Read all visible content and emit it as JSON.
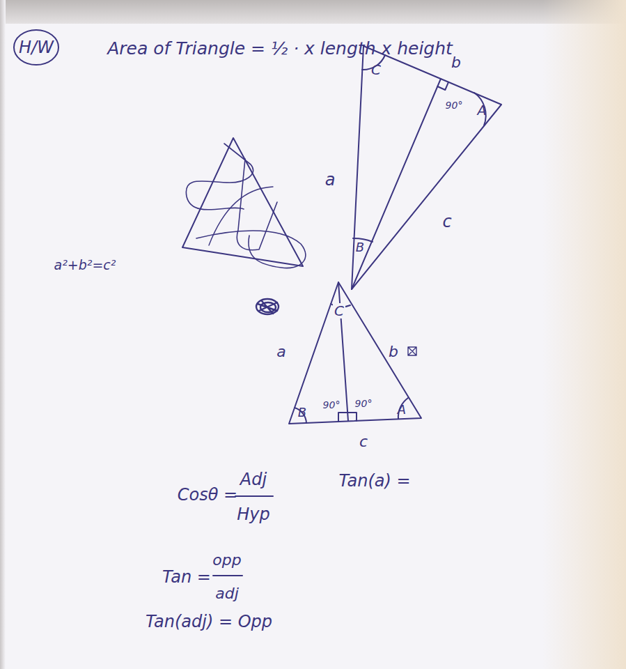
{
  "diagram": {
    "nodes": [
      {
        "text": [
          "H/W"
        ]
      }
    ],
    "labels": [
      "Area of Triangle = ½ · x length x height",
      "C",
      "b",
      "90°",
      "A",
      "a",
      "B",
      "c",
      "a²+b²=c²",
      "C",
      "a",
      "b",
      "90°",
      "90°",
      "B",
      "A",
      "c",
      "Cosθ =",
      "Adj",
      "Hyp",
      "Tan(a) =",
      "Tan =",
      "opp",
      "adj",
      "Tan(adj) = Opp"
    ]
  }
}
